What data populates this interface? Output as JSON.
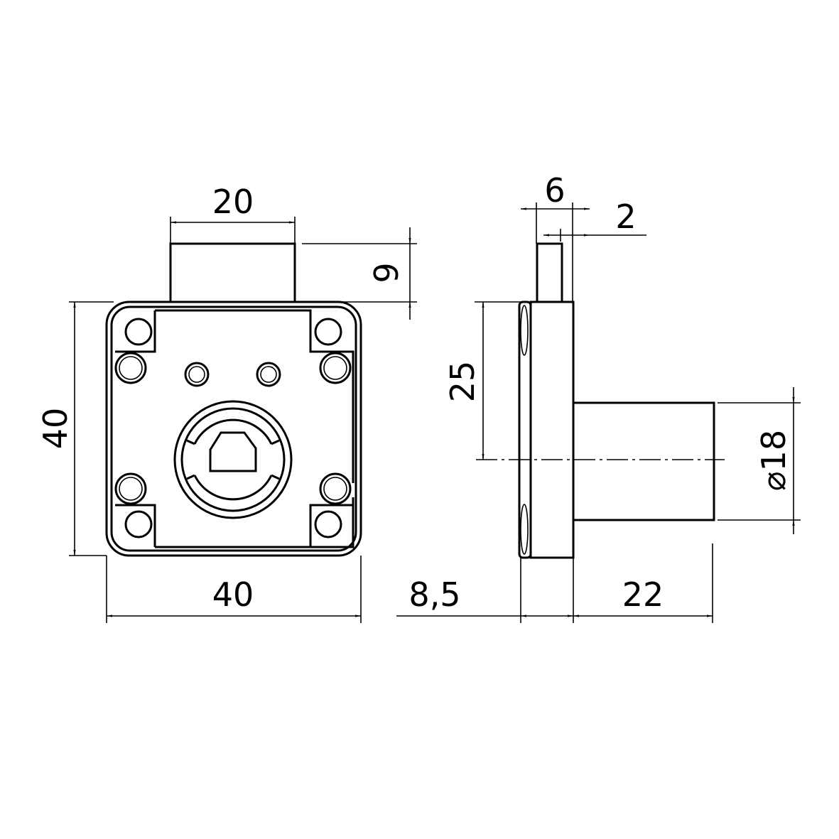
{
  "drawing": {
    "front_view": {
      "dim_bolt_width": "20",
      "dim_bolt_projection": "9",
      "dim_height": "40",
      "dim_width": "40"
    },
    "side_view": {
      "dim_bolt_thickness": "6",
      "dim_bolt_offset": "2",
      "dim_center_height": "25",
      "dim_cylinder_diameter": "⌀18",
      "dim_body_depth": "8,5",
      "dim_cylinder_length": "22"
    }
  }
}
